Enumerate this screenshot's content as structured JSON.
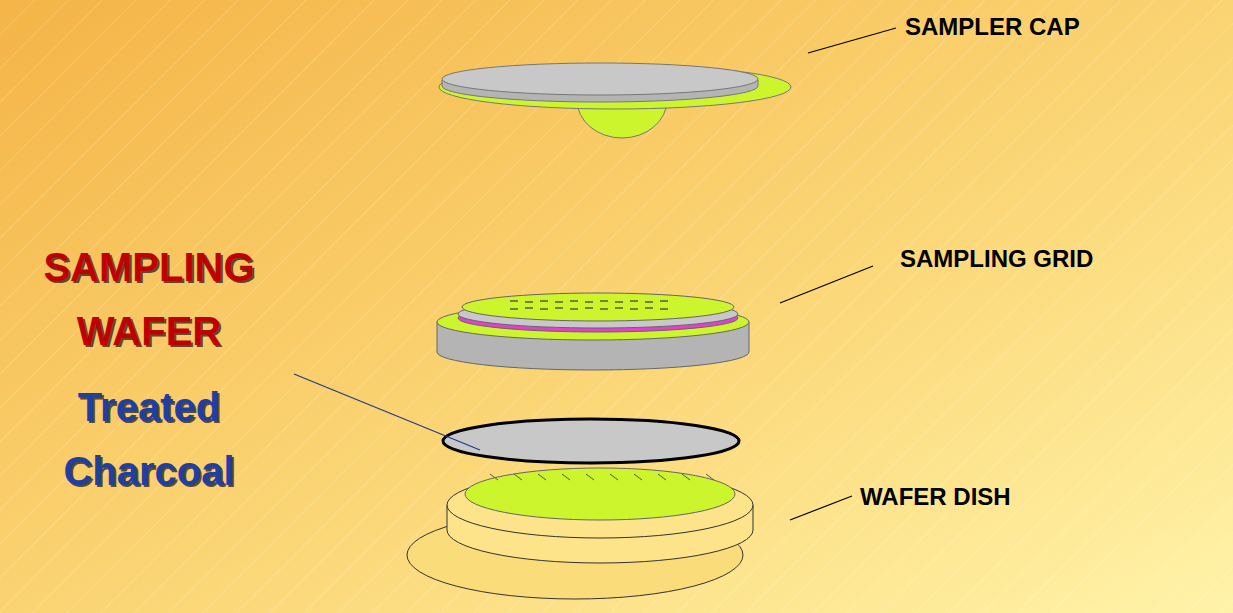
{
  "diagram": {
    "labels": [
      "SAMPLER CAP",
      "SAMPLING GRID",
      "WAFER DISH",
      "SAMPLING WAFER",
      "Treated Charcoal"
    ]
  }
}
